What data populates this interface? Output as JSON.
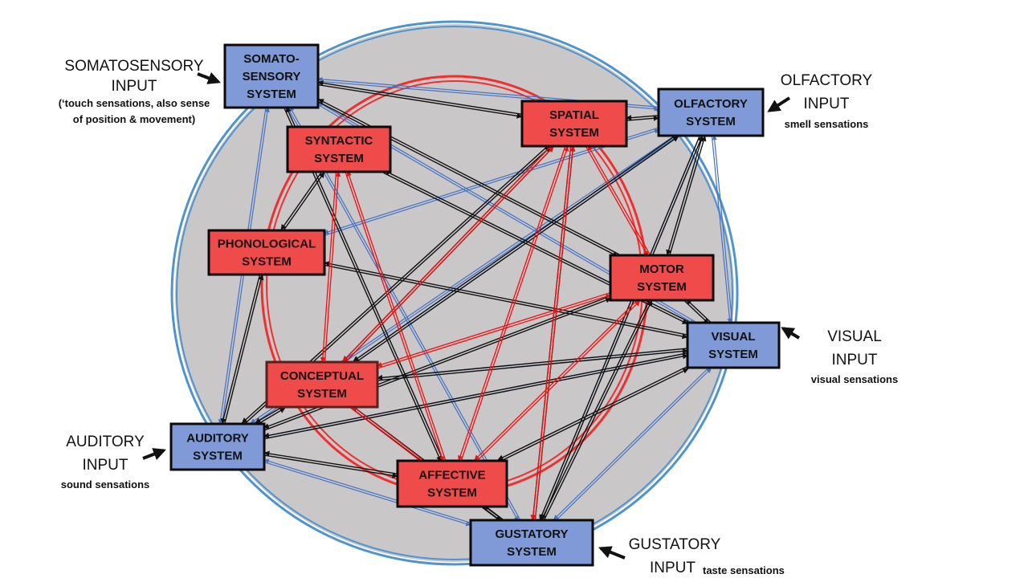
{
  "colors": {
    "sensory_fill": "#7f9ad6",
    "central_fill": "#ef4b4b",
    "background_disc": "#c9c7c8",
    "outer_ring": "#4f94cf",
    "inner_ring": "#f0302e",
    "black_link": "#111111",
    "blue_link": "#4472c4",
    "red_link": "#ee1111"
  },
  "nodes": [
    {
      "id": "somato",
      "kind": "sensory",
      "lines": [
        "SOMATO-",
        "SENSORY",
        "SYSTEM"
      ]
    },
    {
      "id": "olfactory",
      "kind": "sensory",
      "lines": [
        "OLFACTORY",
        "SYSTEM"
      ]
    },
    {
      "id": "visual",
      "kind": "sensory",
      "lines": [
        "VISUAL",
        "SYSTEM"
      ]
    },
    {
      "id": "auditory",
      "kind": "sensory",
      "lines": [
        "AUDITORY",
        "SYSTEM"
      ]
    },
    {
      "id": "gustatory",
      "kind": "sensory",
      "lines": [
        "GUSTATORY",
        "SYSTEM"
      ]
    },
    {
      "id": "spatial",
      "kind": "central",
      "lines": [
        "SPATIAL",
        "SYSTEM"
      ]
    },
    {
      "id": "syntactic",
      "kind": "central",
      "lines": [
        "SYNTACTIC",
        "SYSTEM"
      ]
    },
    {
      "id": "phonological",
      "kind": "central",
      "lines": [
        "PHONOLOGICAL",
        "SYSTEM"
      ]
    },
    {
      "id": "motor",
      "kind": "central",
      "lines": [
        "MOTOR",
        "SYSTEM"
      ]
    },
    {
      "id": "conceptual",
      "kind": "central",
      "lines": [
        "CONCEPTUAL",
        "SYSTEM"
      ]
    },
    {
      "id": "affective",
      "kind": "central",
      "lines": [
        "AFFECTIVE",
        "SYSTEM"
      ]
    }
  ],
  "inputs": [
    {
      "id": "somato",
      "big": [
        "SOMATOSENSORY",
        "INPUT"
      ],
      "small": [
        "(‘touch sensations, also sense",
        "of position & movement)"
      ]
    },
    {
      "id": "olfactory",
      "big": [
        "OLFACTORY",
        "INPUT"
      ],
      "small": [
        "smell sensations"
      ]
    },
    {
      "id": "visual",
      "big": [
        "VISUAL",
        "INPUT"
      ],
      "small": [
        "visual sensations"
      ]
    },
    {
      "id": "auditory",
      "big": [
        "AUDITORY",
        "INPUT"
      ],
      "small": [
        "sound sensations"
      ]
    },
    {
      "id": "gustatory",
      "big": [
        "GUSTATORY",
        "INPUT"
      ],
      "small": [
        "taste sensations"
      ]
    }
  ],
  "links": {
    "blue": [
      [
        "somato",
        "olfactory"
      ],
      [
        "somato",
        "auditory"
      ],
      [
        "somato",
        "visual"
      ],
      [
        "olfactory",
        "conceptual"
      ],
      [
        "olfactory",
        "auditory"
      ],
      [
        "olfactory",
        "visual"
      ],
      [
        "auditory",
        "gustatory"
      ],
      [
        "auditory",
        "visual"
      ],
      [
        "visual",
        "gustatory"
      ],
      [
        "conceptual",
        "visual"
      ],
      [
        "somato",
        "gustatory"
      ],
      [
        "olfactory",
        "gustatory"
      ],
      [
        "phonological",
        "olfactory"
      ]
    ],
    "black": [
      [
        "somato",
        "spatial"
      ],
      [
        "somato",
        "motor"
      ],
      [
        "somato",
        "affective"
      ],
      [
        "syntactic",
        "phonological"
      ],
      [
        "syntactic",
        "visual"
      ],
      [
        "spatial",
        "olfactory"
      ],
      [
        "spatial",
        "auditory"
      ],
      [
        "spatial",
        "gustatory"
      ],
      [
        "phonological",
        "visual"
      ],
      [
        "phonological",
        "auditory"
      ],
      [
        "motor",
        "olfactory"
      ],
      [
        "motor",
        "auditory"
      ],
      [
        "motor",
        "gustatory"
      ],
      [
        "motor",
        "visual"
      ],
      [
        "olfactory",
        "gustatory"
      ],
      [
        "olfactory",
        "conceptual"
      ],
      [
        "visual",
        "conceptual"
      ],
      [
        "visual",
        "auditory"
      ],
      [
        "visual",
        "affective"
      ],
      [
        "auditory",
        "affective"
      ],
      [
        "conceptual",
        "gustatory"
      ],
      [
        "conceptual",
        "auditory"
      ],
      [
        "affective",
        "gustatory"
      ],
      [
        "spatial",
        "conceptual"
      ]
    ],
    "red": [
      [
        "syntactic",
        "conceptual"
      ],
      [
        "spatial",
        "conceptual"
      ],
      [
        "spatial",
        "affective"
      ],
      [
        "spatial",
        "motor"
      ],
      [
        "motor",
        "conceptual"
      ],
      [
        "motor",
        "affective"
      ],
      [
        "conceptual",
        "affective"
      ],
      [
        "syntactic",
        "affective"
      ],
      [
        "spatial",
        "gustatory"
      ]
    ]
  }
}
